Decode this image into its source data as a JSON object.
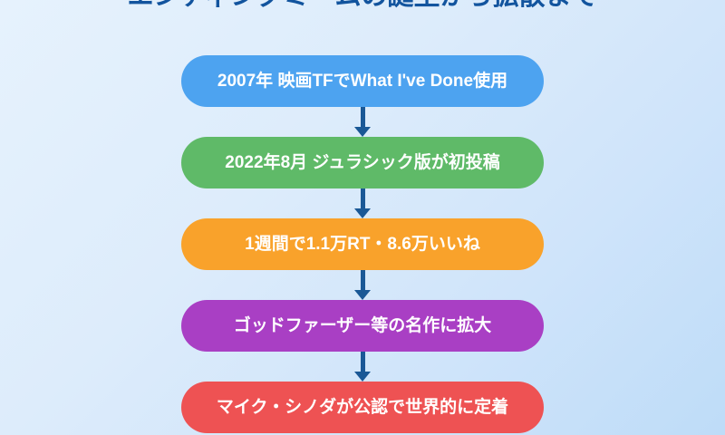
{
  "title": "エンディングミームの誕生から拡散まで",
  "theme": {
    "background_top_left": "#e6f2fd",
    "background_bottom_right": "#bedcf8",
    "title_color": "#12549e",
    "arrow_color": "#1a5896",
    "label_color": "#ffffff"
  },
  "flow": {
    "nodes": [
      {
        "label": "2007年 映画TFでWhat I've Done使用",
        "color": "#4da3f0"
      },
      {
        "label": "2022年8月 ジュラシック版が初投稿",
        "color": "#5fba68"
      },
      {
        "label": "1週間で1.1万RT・8.6万いいね",
        "color": "#f9a22b"
      },
      {
        "label": "ゴッドファーザー等の名作に拡大",
        "color": "#a93fc4"
      },
      {
        "label": "マイク・シノダが公認で世界的に定着",
        "color": "#ee5253"
      }
    ],
    "connectors": [
      {
        "icon": "down-arrow-icon"
      },
      {
        "icon": "down-arrow-icon"
      },
      {
        "icon": "down-arrow-icon"
      },
      {
        "icon": "down-arrow-icon"
      }
    ]
  }
}
